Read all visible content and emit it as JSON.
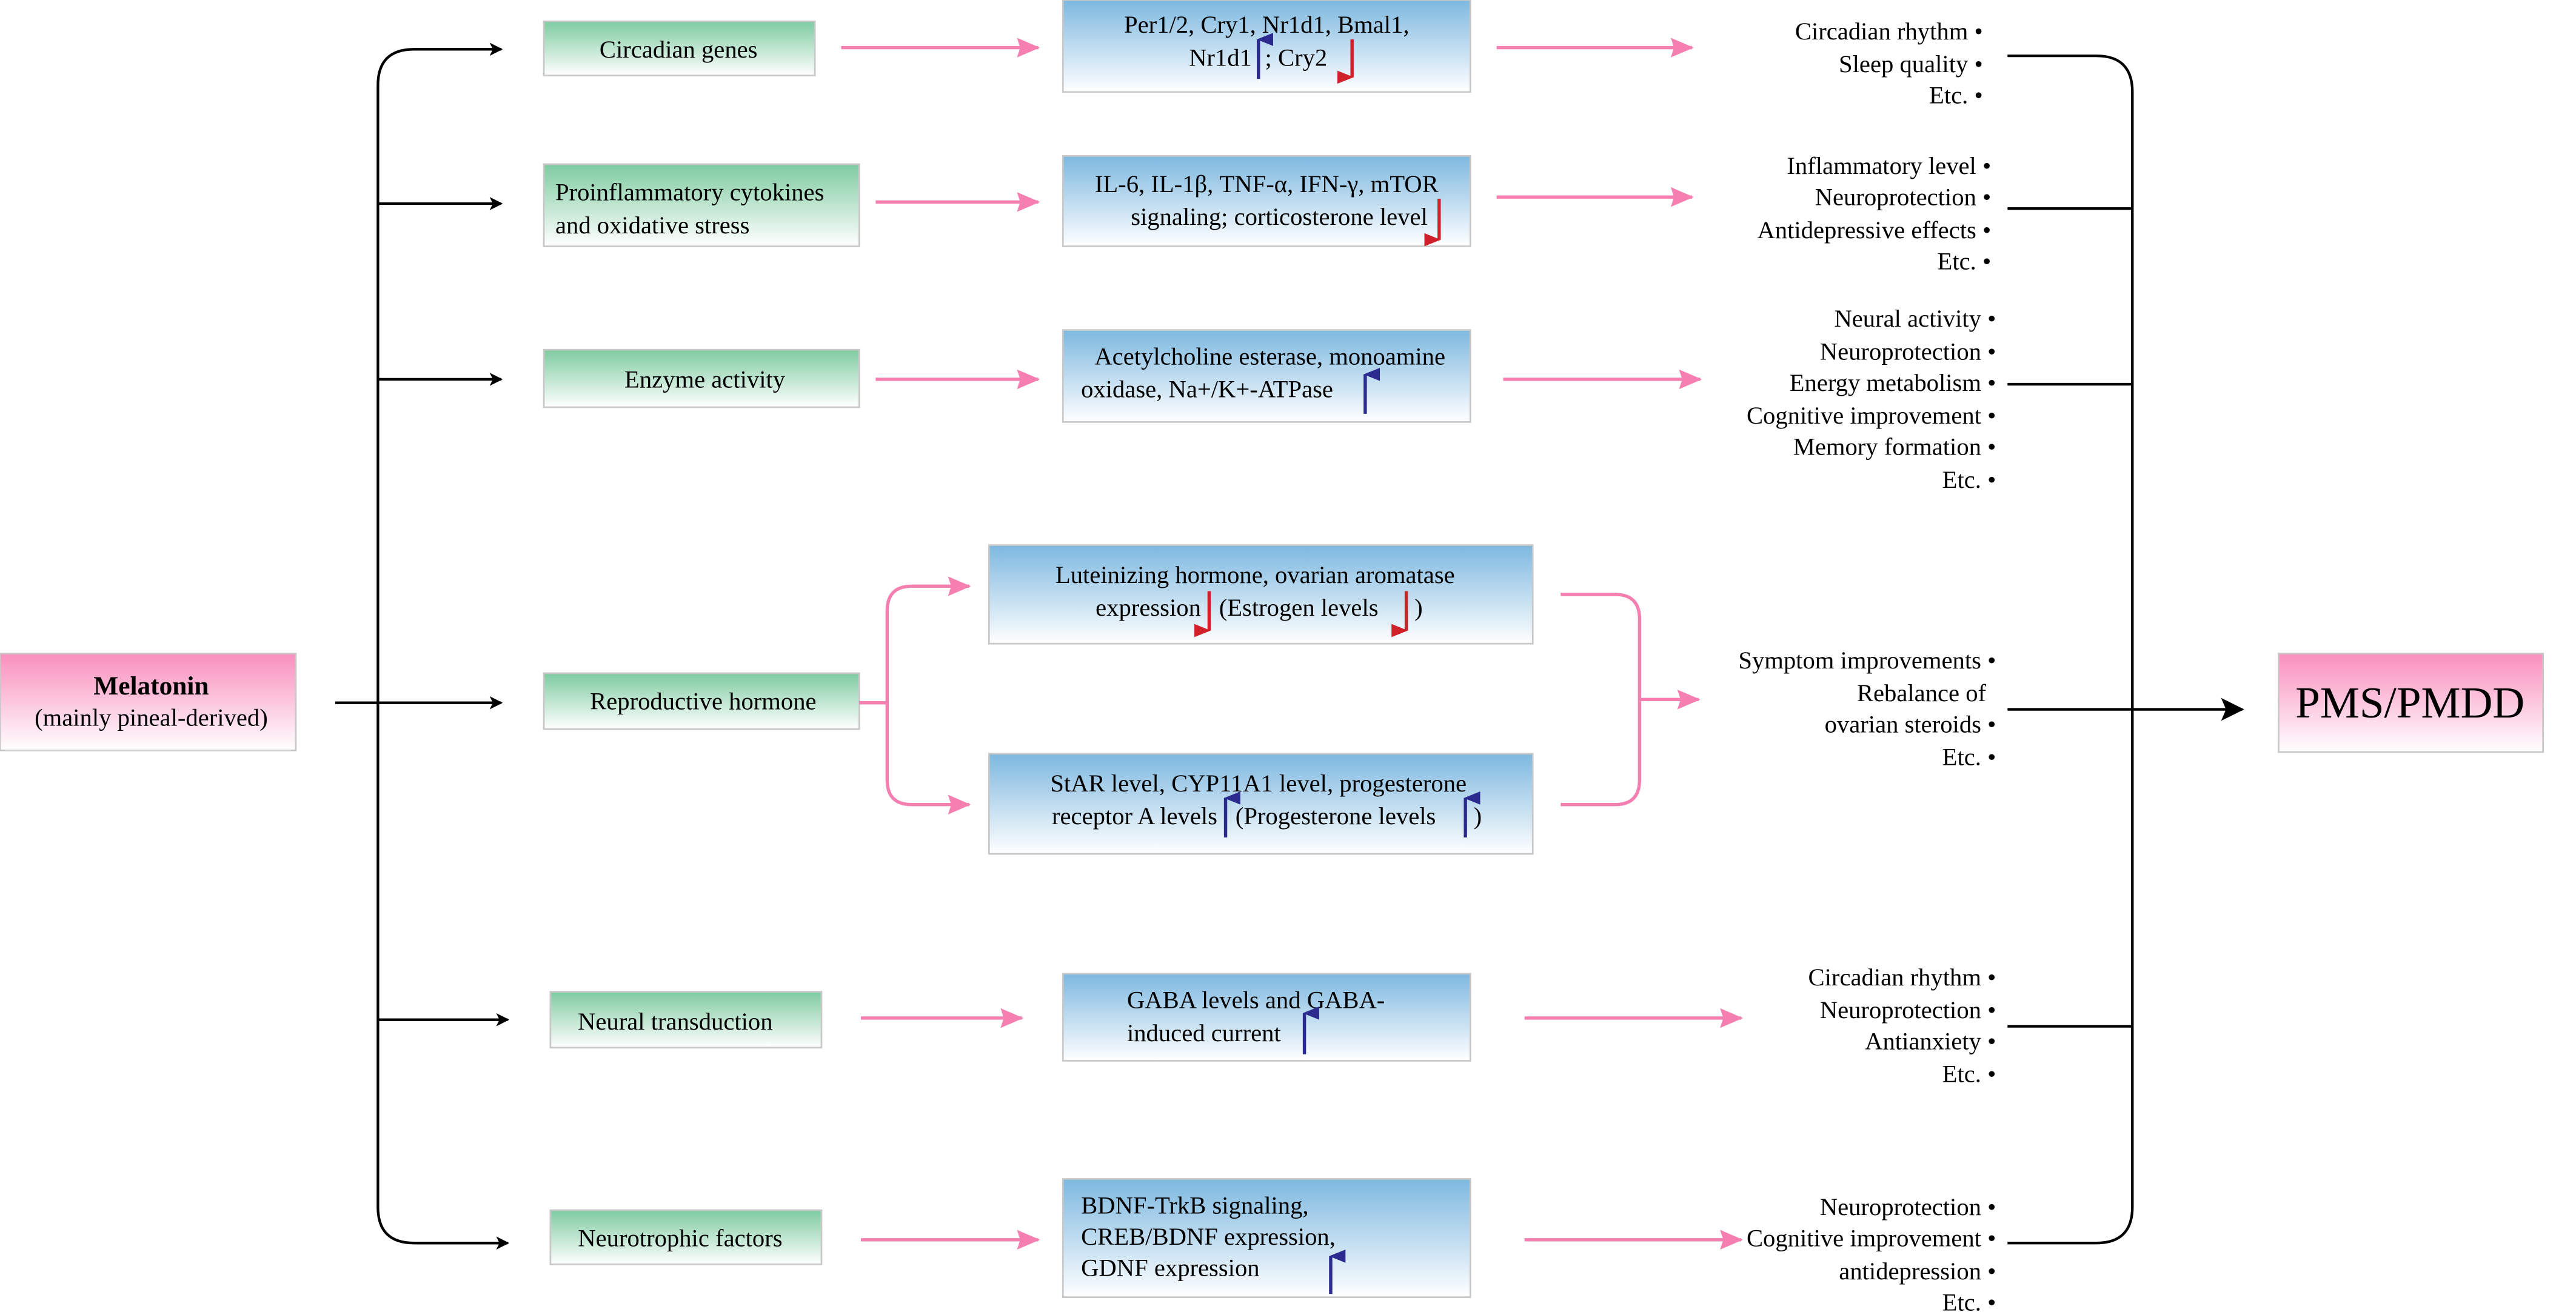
{
  "source": {
    "title": "Melatonin",
    "subtitle": "(mainly pineal-derived)"
  },
  "target": {
    "label": "PMS/PMDD"
  },
  "colors": {
    "pink": "#f98fbd",
    "green": "#7ecba0",
    "blue": "#7db8e0",
    "up_arrow": "#2b2b8f",
    "down_arrow": "#d0202a",
    "connector": "#f47fb0"
  },
  "mechanisms": [
    {
      "label": "Circadian genes"
    },
    {
      "label_lines": [
        "Proinflammatory cytokines",
        "and oxidative stress"
      ]
    },
    {
      "label": "Enzyme activity"
    },
    {
      "label": "Reproductive hormone"
    },
    {
      "label": "Neural transduction"
    },
    {
      "label": "Neurotrophic factors"
    }
  ],
  "effects": {
    "circadian": {
      "line1": "Per1/2, Cry1, Nr1d1, Bmal1,",
      "line2a": "Nr1d1",
      "line2b": ";  Cry2",
      "arrows": [
        "up",
        "down"
      ]
    },
    "inflammation": {
      "line1": "IL-6, IL-1β, TNF-α, IFN-γ, mTOR",
      "line2": "signaling; corticosterone level",
      "arrows": [
        "down"
      ]
    },
    "enzyme": {
      "line1": "Acetylcholine esterase, monoamine",
      "line2": "oxidase, Na+/K+-ATPase",
      "arrows": [
        "up"
      ]
    },
    "reproductive_a": {
      "line1": "Luteinizing hormone, ovarian aromatase",
      "line2a": "expression",
      "line2b": "(Estrogen levels",
      "line2c": ")",
      "arrows": [
        "down",
        "down"
      ]
    },
    "reproductive_b": {
      "line1": "StAR level, CYP11A1 level, progesterone",
      "line2a": "receptor A levels",
      "line2b": "(Progesterone levels",
      "line2c": ")",
      "arrows": [
        "up",
        "up"
      ]
    },
    "neural": {
      "line1": "GABA levels and GABA-",
      "line2": "induced current",
      "arrows": [
        "up"
      ]
    },
    "neurotrophic": {
      "line1": "BDNF-TrkB signaling,",
      "line2": "CREB/BDNF expression,",
      "line3": "GDNF expression",
      "arrows": [
        "up"
      ]
    }
  },
  "outcomes": [
    [
      "Circadian rhythm •",
      "Sleep quality •",
      "Etc. •"
    ],
    [
      "Inflammatory level •",
      "Neuroprotection •",
      "Antidepressive effects •",
      "Etc. •"
    ],
    [
      "Neural activity •",
      "Neuroprotection •",
      "Energy metabolism •",
      "Cognitive improvement •",
      "Memory formation •",
      "Etc. •"
    ],
    [
      "Symptom improvements •",
      "Rebalance of",
      "ovarian steroids •",
      "Etc. •"
    ],
    [
      "Circadian rhythm •",
      "Neuroprotection •",
      "Antianxiety •",
      "Etc. •"
    ],
    [
      "Neuroprotection •",
      "Cognitive improvement •",
      "antidepression •",
      "Etc. •"
    ]
  ]
}
